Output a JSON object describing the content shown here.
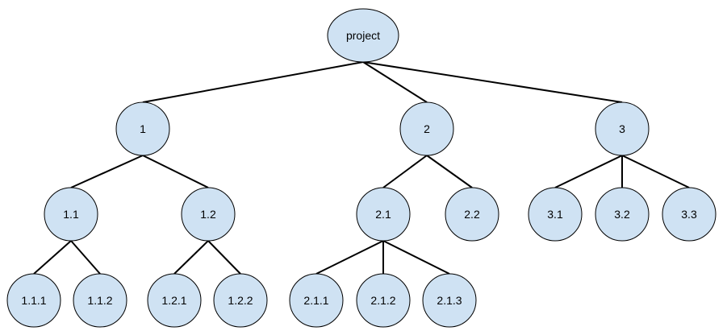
{
  "colors": {
    "node_fill": "#cfe2f3",
    "node_stroke": "#000000",
    "edge": "#000000",
    "background": "#ffffff"
  },
  "tree": {
    "root": "project",
    "nodes": [
      {
        "id": "project",
        "label": "project",
        "parent": null
      },
      {
        "id": "n1",
        "label": "1",
        "parent": "project"
      },
      {
        "id": "n2",
        "label": "2",
        "parent": "project"
      },
      {
        "id": "n3",
        "label": "3",
        "parent": "project"
      },
      {
        "id": "n1_1",
        "label": "1.1",
        "parent": "n1"
      },
      {
        "id": "n1_2",
        "label": "1.2",
        "parent": "n1"
      },
      {
        "id": "n2_1",
        "label": "2.1",
        "parent": "n2"
      },
      {
        "id": "n2_2",
        "label": "2.2",
        "parent": "n2"
      },
      {
        "id": "n3_1",
        "label": "3.1",
        "parent": "n3"
      },
      {
        "id": "n3_2",
        "label": "3.2",
        "parent": "n3"
      },
      {
        "id": "n3_3",
        "label": "3.3",
        "parent": "n3"
      },
      {
        "id": "n1_1_1",
        "label": "1.1.1",
        "parent": "n1_1"
      },
      {
        "id": "n1_1_2",
        "label": "1.1.2",
        "parent": "n1_1"
      },
      {
        "id": "n1_2_1",
        "label": "1.2.1",
        "parent": "n1_2"
      },
      {
        "id": "n1_2_2",
        "label": "1.2.2",
        "parent": "n1_2"
      },
      {
        "id": "n2_1_1",
        "label": "2.1.1",
        "parent": "n2_1"
      },
      {
        "id": "n2_1_2",
        "label": "2.1.2",
        "parent": "n2_1"
      },
      {
        "id": "n2_1_3",
        "label": "2.1.3",
        "parent": "n2_1"
      }
    ]
  }
}
